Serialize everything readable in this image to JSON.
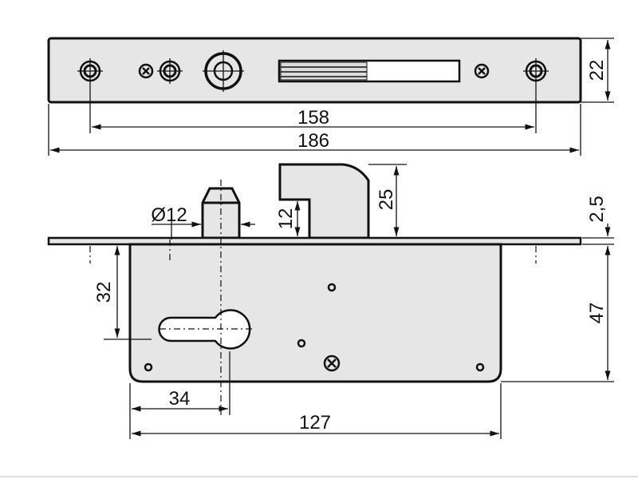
{
  "title": "Mortise lock dimension drawing",
  "dimensions": {
    "plate_height": "22",
    "hole_spacing": "158",
    "plate_length": "186",
    "hook_height": "25",
    "hook_gap": "12",
    "pin_diameter": "Ø12",
    "plate_thickness": "2,5",
    "body_height_below": "47",
    "cylinder_offset": "32",
    "backset": "34",
    "body_length": "127"
  }
}
